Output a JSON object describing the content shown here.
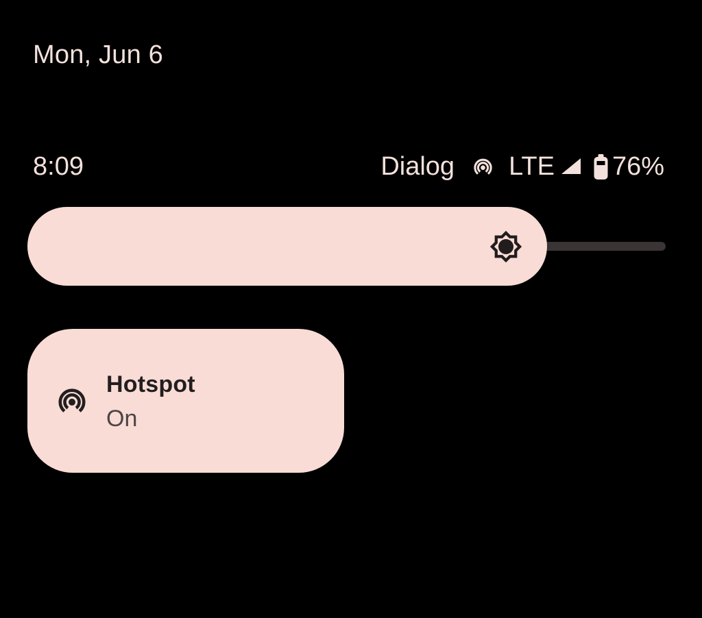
{
  "theme": {
    "background": "#000000",
    "pill_color": "#F8DCD5",
    "status_text_color": "#F2E1DC",
    "tile_title_color": "#231E1F",
    "tile_subtitle_color": "#4D4445",
    "slider_track_color": "#3A3435"
  },
  "shade": {
    "date": "Mon, Jun 6"
  },
  "status_bar": {
    "time": "8:09",
    "carrier": "Dialog",
    "network_type": "LTE",
    "battery_percent": "76%",
    "icons": {
      "hotspot": "hotspot-icon",
      "signal": "signal-strength-icon",
      "battery": "battery-icon"
    }
  },
  "quick_settings": {
    "brightness_slider": {
      "icon": "brightness-icon",
      "fill_percent": 85
    },
    "hotspot_tile": {
      "icon": "hotspot-icon",
      "title": "Hotspot",
      "status": "On"
    }
  }
}
